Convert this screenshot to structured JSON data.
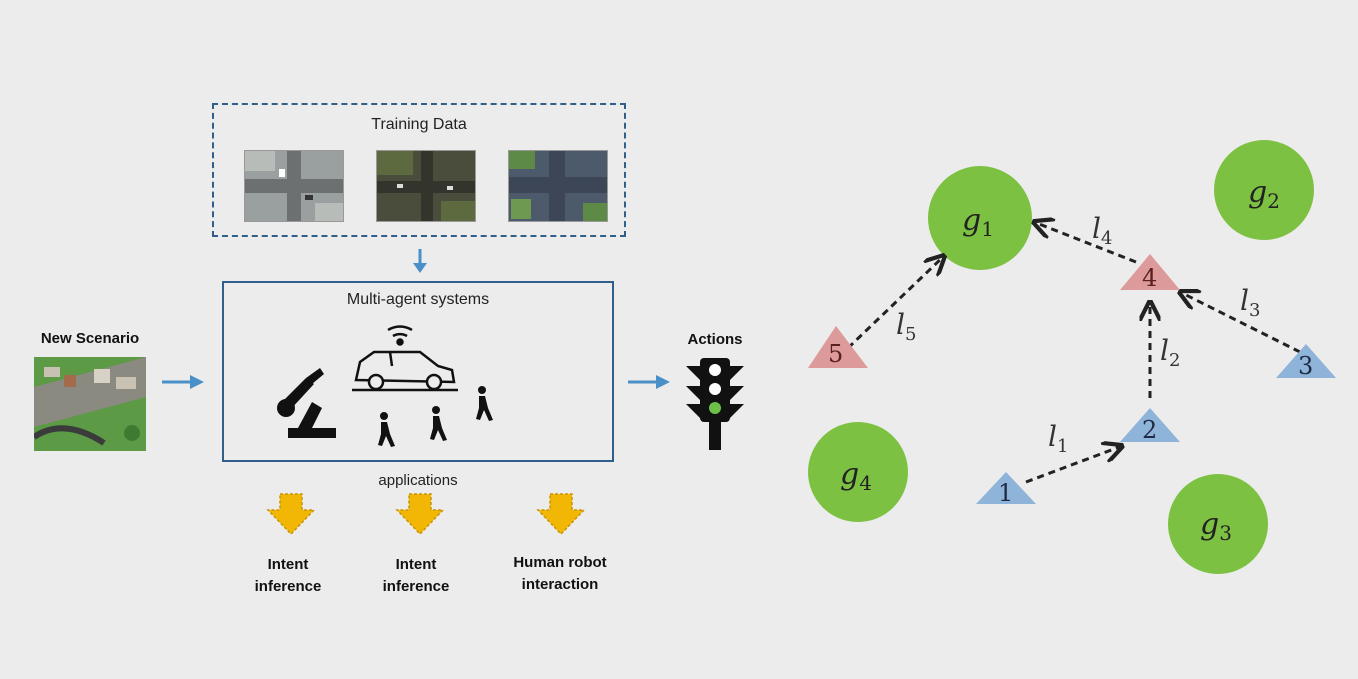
{
  "left_panel": {
    "training_data_title": "Training Data",
    "mas_title": "Multi-agent systems",
    "applications_label": "applications",
    "new_scenario_label": "New Scenario",
    "actions_label": "Actions",
    "outputs": [
      {
        "line1": "Intent",
        "line2": "inference"
      },
      {
        "line1": "Intent",
        "line2": "inference"
      },
      {
        "line1": "Human robot",
        "line2": "interaction"
      }
    ]
  },
  "right_graph": {
    "goals": [
      {
        "id": "g1",
        "letter": "g",
        "sub": "1"
      },
      {
        "id": "g2",
        "letter": "g",
        "sub": "2"
      },
      {
        "id": "g3",
        "letter": "g",
        "sub": "3"
      },
      {
        "id": "g4",
        "letter": "g",
        "sub": "4"
      }
    ],
    "agents": [
      {
        "label": "1",
        "type": "blue"
      },
      {
        "label": "2",
        "type": "blue"
      },
      {
        "label": "3",
        "type": "blue"
      },
      {
        "label": "4",
        "type": "red"
      },
      {
        "label": "5",
        "type": "red"
      }
    ],
    "edges": [
      {
        "letter": "l",
        "sub": "1",
        "from": "1",
        "to": "2"
      },
      {
        "letter": "l",
        "sub": "2",
        "from": "2",
        "to": "4"
      },
      {
        "letter": "l",
        "sub": "3",
        "from": "3",
        "to": "4"
      },
      {
        "letter": "l",
        "sub": "4",
        "from": "4",
        "to": "g1"
      },
      {
        "letter": "l",
        "sub": "5",
        "from": "5",
        "to": "g1"
      }
    ],
    "colors": {
      "goal": "#7dc142",
      "agent_blue": "#8fb4d9",
      "agent_red": "#dd9a9a",
      "arrow": "#222222"
    }
  },
  "colors": {
    "box_border": "#2f5f8a",
    "flow_arrow": "#4a90c8",
    "app_arrow": "#f2b705"
  }
}
